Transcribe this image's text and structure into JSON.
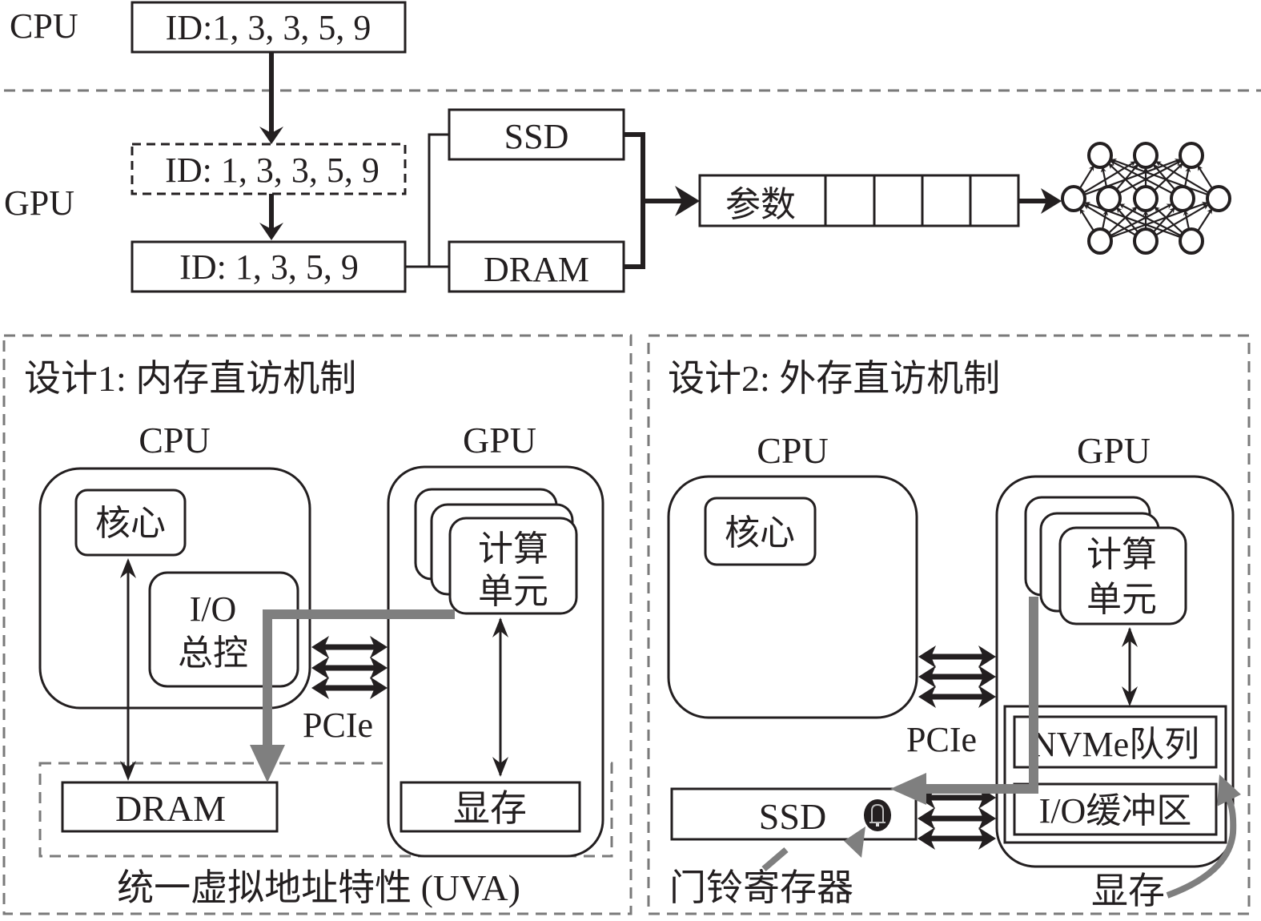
{
  "top": {
    "cpu_label": "CPU",
    "gpu_label": "GPU",
    "cpu_ids": "ID:1, 3, 3, 5, 9",
    "gpu_ids_dup": "ID: 1, 3, 3, 5, 9",
    "gpu_ids_dedup": "ID: 1, 3, 5, 9",
    "ssd_label": "SSD",
    "dram_label": "DRAM",
    "params_label": "参数",
    "param_slots_empty": 4,
    "network_layers": [
      3,
      5,
      3
    ]
  },
  "design1": {
    "title": "设计1: 内存直访机制",
    "cpu_label": "CPU",
    "gpu_label": "GPU",
    "core_label": "核心",
    "io_label_line1": "I/O",
    "io_label_line2": "总控",
    "compute_line1": "计算",
    "compute_line2": "单元",
    "pcie_label": "PCIe",
    "dram_label": "DRAM",
    "vram_label": "显存",
    "uva_label": "统一虚拟地址特性 (UVA)"
  },
  "design2": {
    "title": "设计2: 外存直访机制",
    "cpu_label": "CPU",
    "gpu_label": "GPU",
    "core_label": "核心",
    "compute_line1": "计算",
    "compute_line2": "单元",
    "pcie_label": "PCIe",
    "nvme_label": "NVMe队列",
    "iobuf_label": "I/O缓冲区",
    "ssd_label": "SSD",
    "doorbell_label": "门铃寄存器",
    "vram_label": "显存"
  },
  "colors": {
    "ink": "#231f20",
    "gray_path": "#7f7f7f",
    "dash": "#7a7a7a"
  }
}
